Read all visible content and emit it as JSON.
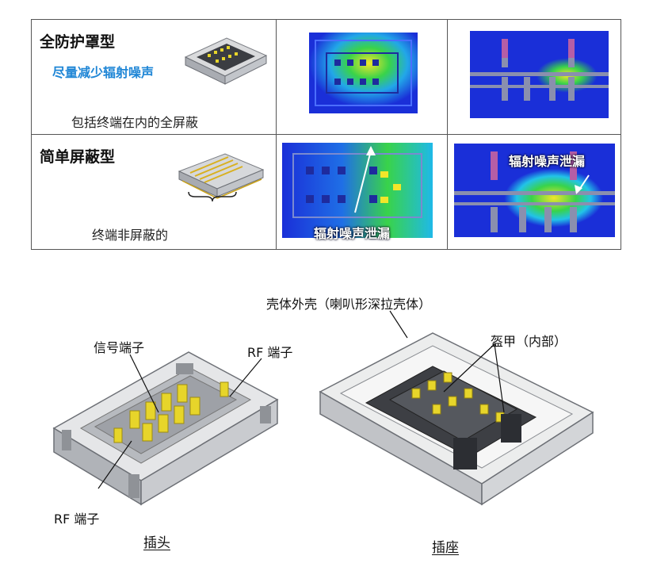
{
  "table": {
    "row1": {
      "title": "全防护罩型",
      "highlight": "尽量减少辐射噪声",
      "note": "包括终端在内的全屏蔽"
    },
    "row2": {
      "title": "简单屏蔽型",
      "note": "终端非屏蔽的",
      "sim_label_a": "辐射噪声泄漏",
      "sim_label_b": "辐射噪声泄漏"
    }
  },
  "callouts": {
    "shell": "壳体外壳（喇叭形深拉壳体）",
    "signal_terminal": "信号端子",
    "rf_terminal_top": "RF 端子",
    "rf_terminal_bottom": "RF 端子",
    "armor": "盔甲（内部）"
  },
  "captions": {
    "plug": "插头",
    "receptacle": "插座"
  },
  "colors": {
    "sim_blue": "#1a2fd8",
    "sim_green": "#39d34a",
    "sim_yellow": "#f2e62a",
    "highlight_blue": "#1f86d6",
    "terminal_gold": "#e7d52a"
  }
}
